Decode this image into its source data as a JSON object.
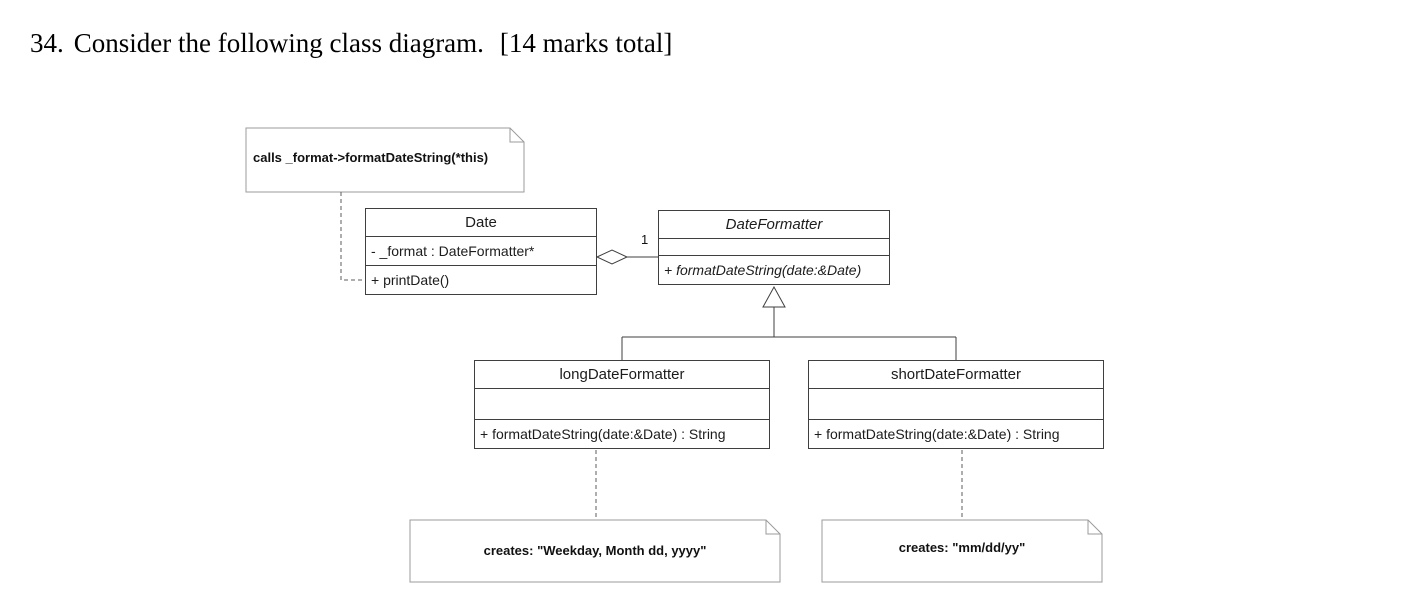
{
  "page": {
    "question_number": "34.",
    "question_text": "Consider the following class diagram.",
    "marks": "[14 marks total]"
  },
  "classes": {
    "date": {
      "name": "Date",
      "attribute": "- _format : DateFormatter*",
      "operation": "+ printDate()"
    },
    "formatter": {
      "name": "DateFormatter",
      "operation": "+ formatDateString(date:&Date)"
    },
    "long": {
      "name": "longDateFormatter",
      "operation": "+ formatDateString(date:&Date) : String"
    },
    "short": {
      "name": "shortDateFormatter",
      "operation": "+ formatDateString(date:&Date) : String"
    }
  },
  "notes": {
    "calls": "calls _format->formatDateString(*this)",
    "long_creates": "creates: \"Weekday, Month dd, yyyy\"",
    "short_creates": "creates: \"mm/dd/yy\""
  },
  "relations": {
    "aggregation_multiplicity": "1"
  },
  "colors": {
    "line": "#3f3f3f",
    "note_border": "#9b9b9b",
    "text": "#1c1c1c",
    "background": "#ffffff"
  }
}
